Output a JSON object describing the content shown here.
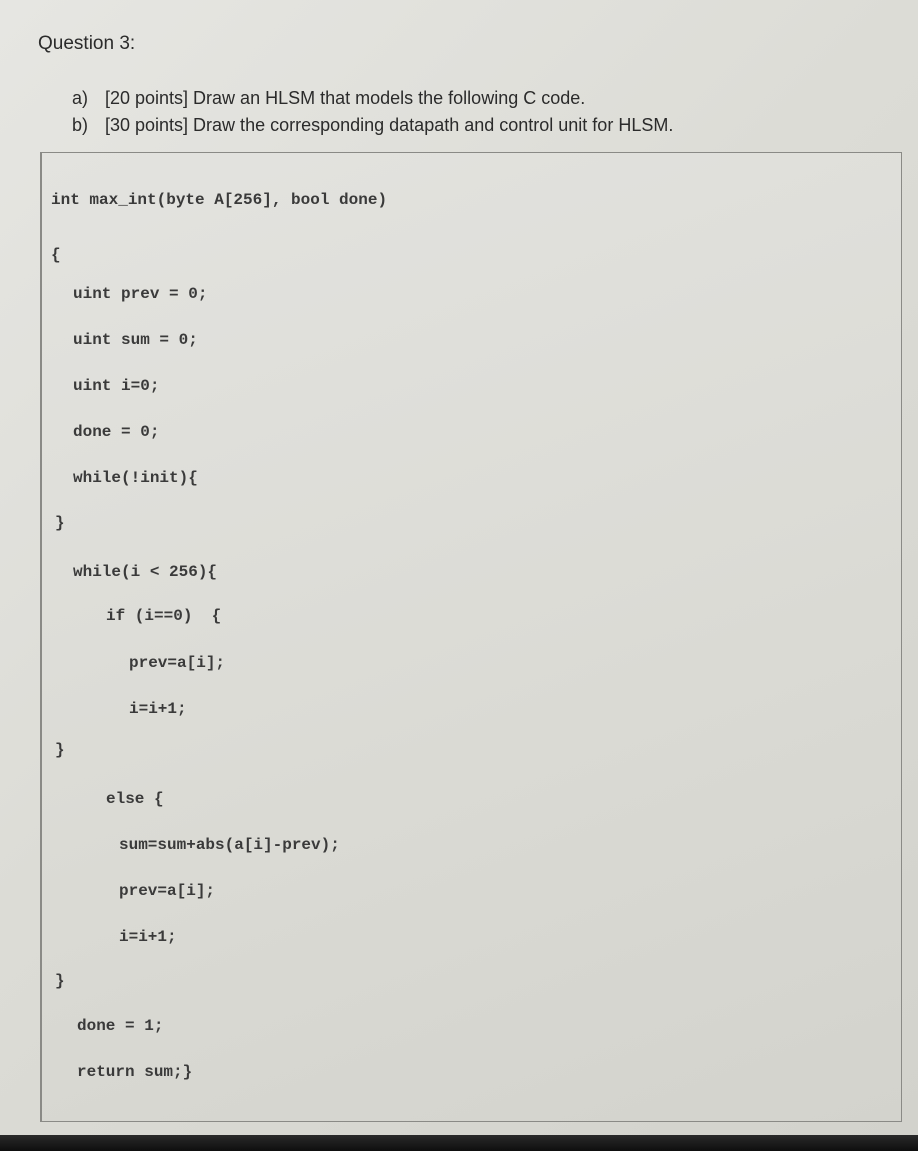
{
  "question": {
    "title": "Question 3:",
    "parts": [
      {
        "letter": "a)",
        "text": "[20 points] Draw an HLSM that models the following C code."
      },
      {
        "letter": "b)",
        "text": "[30 points] Draw the corresponding datapath and control unit for HLSM."
      }
    ]
  },
  "code": {
    "lines": [
      "int max_int(byte A[256], bool done)",
      "{",
      "uint prev = 0;",
      "uint sum = 0;",
      "uint i=0;",
      "done = 0;",
      "while(!init){",
      "}",
      "while(i < 256){",
      "if (i==0)  {",
      "prev=a[i];",
      "i=i+1;",
      "}",
      "else {",
      "sum=sum+abs(a[i]-prev);",
      "prev=a[i];",
      "i=i+1;",
      "}",
      "done = 1;",
      "return sum;}"
    ]
  }
}
